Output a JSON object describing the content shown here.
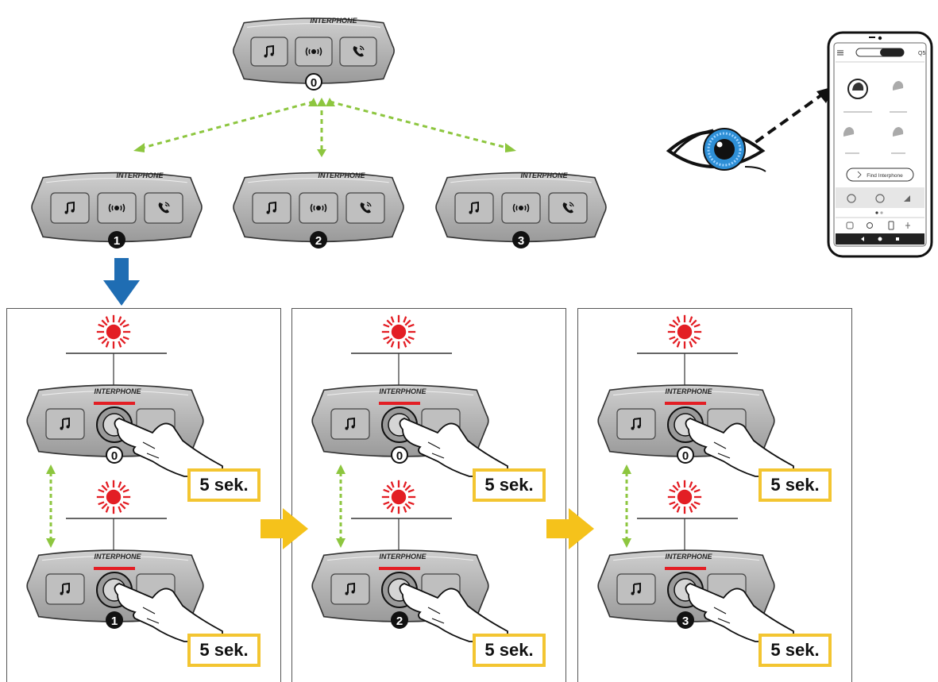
{
  "brand_label": "INTERPHONE",
  "units": {
    "top": {
      "number": "0"
    },
    "row": [
      {
        "number": "1"
      },
      {
        "number": "2"
      },
      {
        "number": "3"
      }
    ]
  },
  "steps": [
    {
      "upper_number": "0",
      "upper_timer": "5 sek.",
      "lower_number": "1",
      "lower_timer": "5 sek."
    },
    {
      "upper_number": "0",
      "upper_timer": "5 sek.",
      "lower_number": "2",
      "lower_timer": "5 sek."
    },
    {
      "upper_number": "0",
      "upper_timer": "5 sek.",
      "lower_number": "3",
      "lower_timer": "5 sek."
    }
  ],
  "icons": [
    "music-icon",
    "intercom-icon",
    "phone-icon",
    "eye-icon",
    "smartphone-icon",
    "led-flash-icon",
    "finger-press-icon"
  ],
  "phone_screen": {
    "button_label": "Find Interphone"
  },
  "colors": {
    "unit_body": "#b9b9b9",
    "led_red": "#e31e24",
    "dashed_green": "#8dc63f",
    "arrow_blue": "#1f6db3",
    "arrow_yellow": "#f5c21b",
    "timer_border": "#f3c531",
    "eye_iris": "#2e8fd6"
  }
}
